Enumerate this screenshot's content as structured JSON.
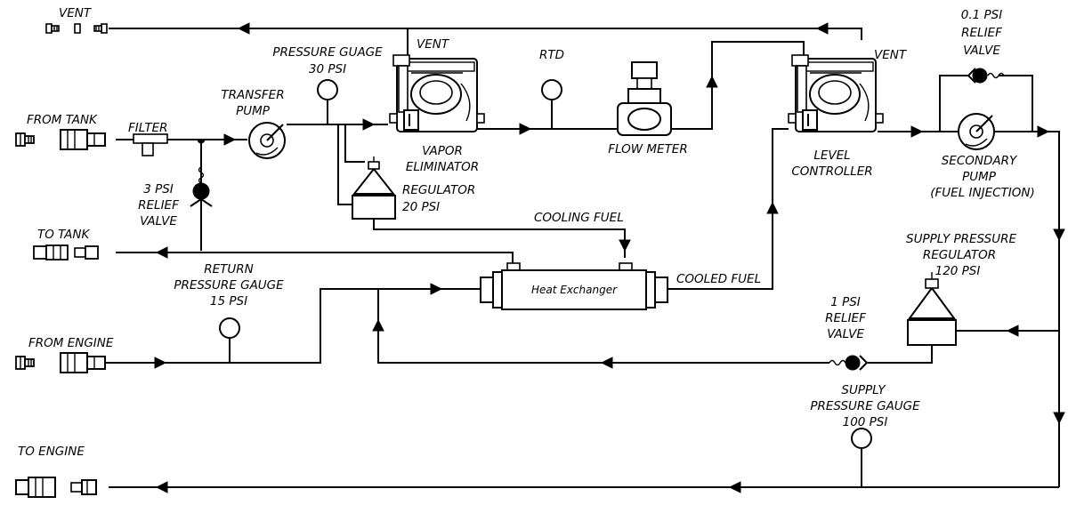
{
  "labels": {
    "vent_top": "VENT",
    "relief_01_l1": "0.1 PSI",
    "relief_01_l2": "RELIEF",
    "relief_01_l3": "VALVE",
    "gauge30_l1": "PRESSURE GUAGE",
    "gauge30_l2": "30 PSI",
    "vent_vapor": "VENT",
    "rtd": "RTD",
    "vent_level": "VENT",
    "transfer_l1": "TRANSFER",
    "transfer_l2": "PUMP",
    "from_tank": "FROM TANK",
    "filter": "FILTER",
    "vapor_l1": "VAPOR",
    "vapor_l2": "ELIMINATOR",
    "flow_meter": "FLOW METER",
    "level_l1": "LEVEL",
    "level_l2": "CONTROLLER",
    "secondary_l1": "SECONDARY",
    "secondary_l2": "PUMP",
    "secondary_l3": "(FUEL INJECTION)",
    "relief3_l1": "3 PSI",
    "relief3_l2": "RELIEF",
    "relief3_l3": "VALVE",
    "reg20_l1": "REGULATOR",
    "reg20_l2": "20 PSI",
    "cooling_fuel": "COOLING FUEL",
    "to_tank": "TO TANK",
    "supply_reg_l1": "SUPPLY PRESSURE",
    "supply_reg_l2": "REGULATOR",
    "supply_reg_l3": "120 PSI",
    "return_l1": "RETURN",
    "return_l2": "PRESSURE GAUGE",
    "return_l3": "15 PSI",
    "heat_exchanger": "Heat Exchanger",
    "cooled_fuel": "COOLED FUEL",
    "relief1_l1": "1 PSI",
    "relief1_l2": "RELIEF",
    "relief1_l3": "VALVE",
    "from_engine": "FROM ENGINE",
    "supply_gauge_l1": "SUPPLY",
    "supply_gauge_l2": "PRESSURE GAUGE",
    "supply_gauge_l3": "100 PSI",
    "to_engine": "TO ENGINE"
  }
}
